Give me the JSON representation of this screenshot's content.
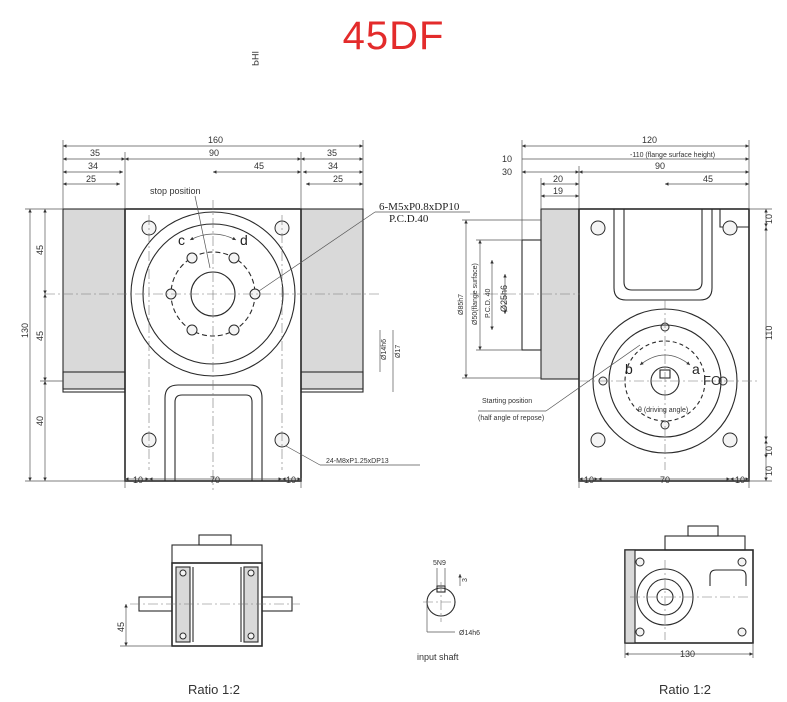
{
  "title": "45DF",
  "front_view": {
    "dims_top": [
      "160",
      "35",
      "90",
      "35",
      "34",
      "45",
      "34",
      "25",
      "25"
    ],
    "dims_left": [
      "45",
      "130",
      "45",
      "40"
    ],
    "dims_bottom": [
      "10",
      "70",
      "10"
    ],
    "dims_right": [
      "Ø14h6",
      "Ø17"
    ],
    "stop_position": "stop position",
    "dir_c": "c",
    "dir_d": "d",
    "flange_holes": "6-M5xP0.8xDP10",
    "pcd": "P.C.D.40",
    "base_holes": "24-M8xP1.25xDP13"
  },
  "side_view": {
    "dims_top": [
      "120",
      "10",
      "30",
      "20",
      "19",
      "90",
      "45"
    ],
    "flange_surface": "-110 (flange surface height)",
    "dims_left": [
      "Ø85h7",
      "Ø50(flange surface)",
      "P.C.D. 40",
      "Ø25h6"
    ],
    "dims_right": [
      "10",
      "110",
      "10",
      "10"
    ],
    "dims_bottom": [
      "10",
      "70",
      "10"
    ],
    "dir_a": "a",
    "dir_b": "b",
    "fo_label": "FO",
    "starting_position": "Starting position",
    "half_angle": "(half angle of repose)",
    "driving_angle": "θ (driving angle)"
  },
  "bottom": {
    "left_dim": "45",
    "shaft_key": "5N9",
    "shaft_depth": "3",
    "shaft_dia": "Ø14h6",
    "input_shaft": "input shaft",
    "right_dim": "130",
    "ratio_left": "Ratio 1:2",
    "ratio_right": "Ratio 1:2",
    "mirror_text": "PHI"
  }
}
